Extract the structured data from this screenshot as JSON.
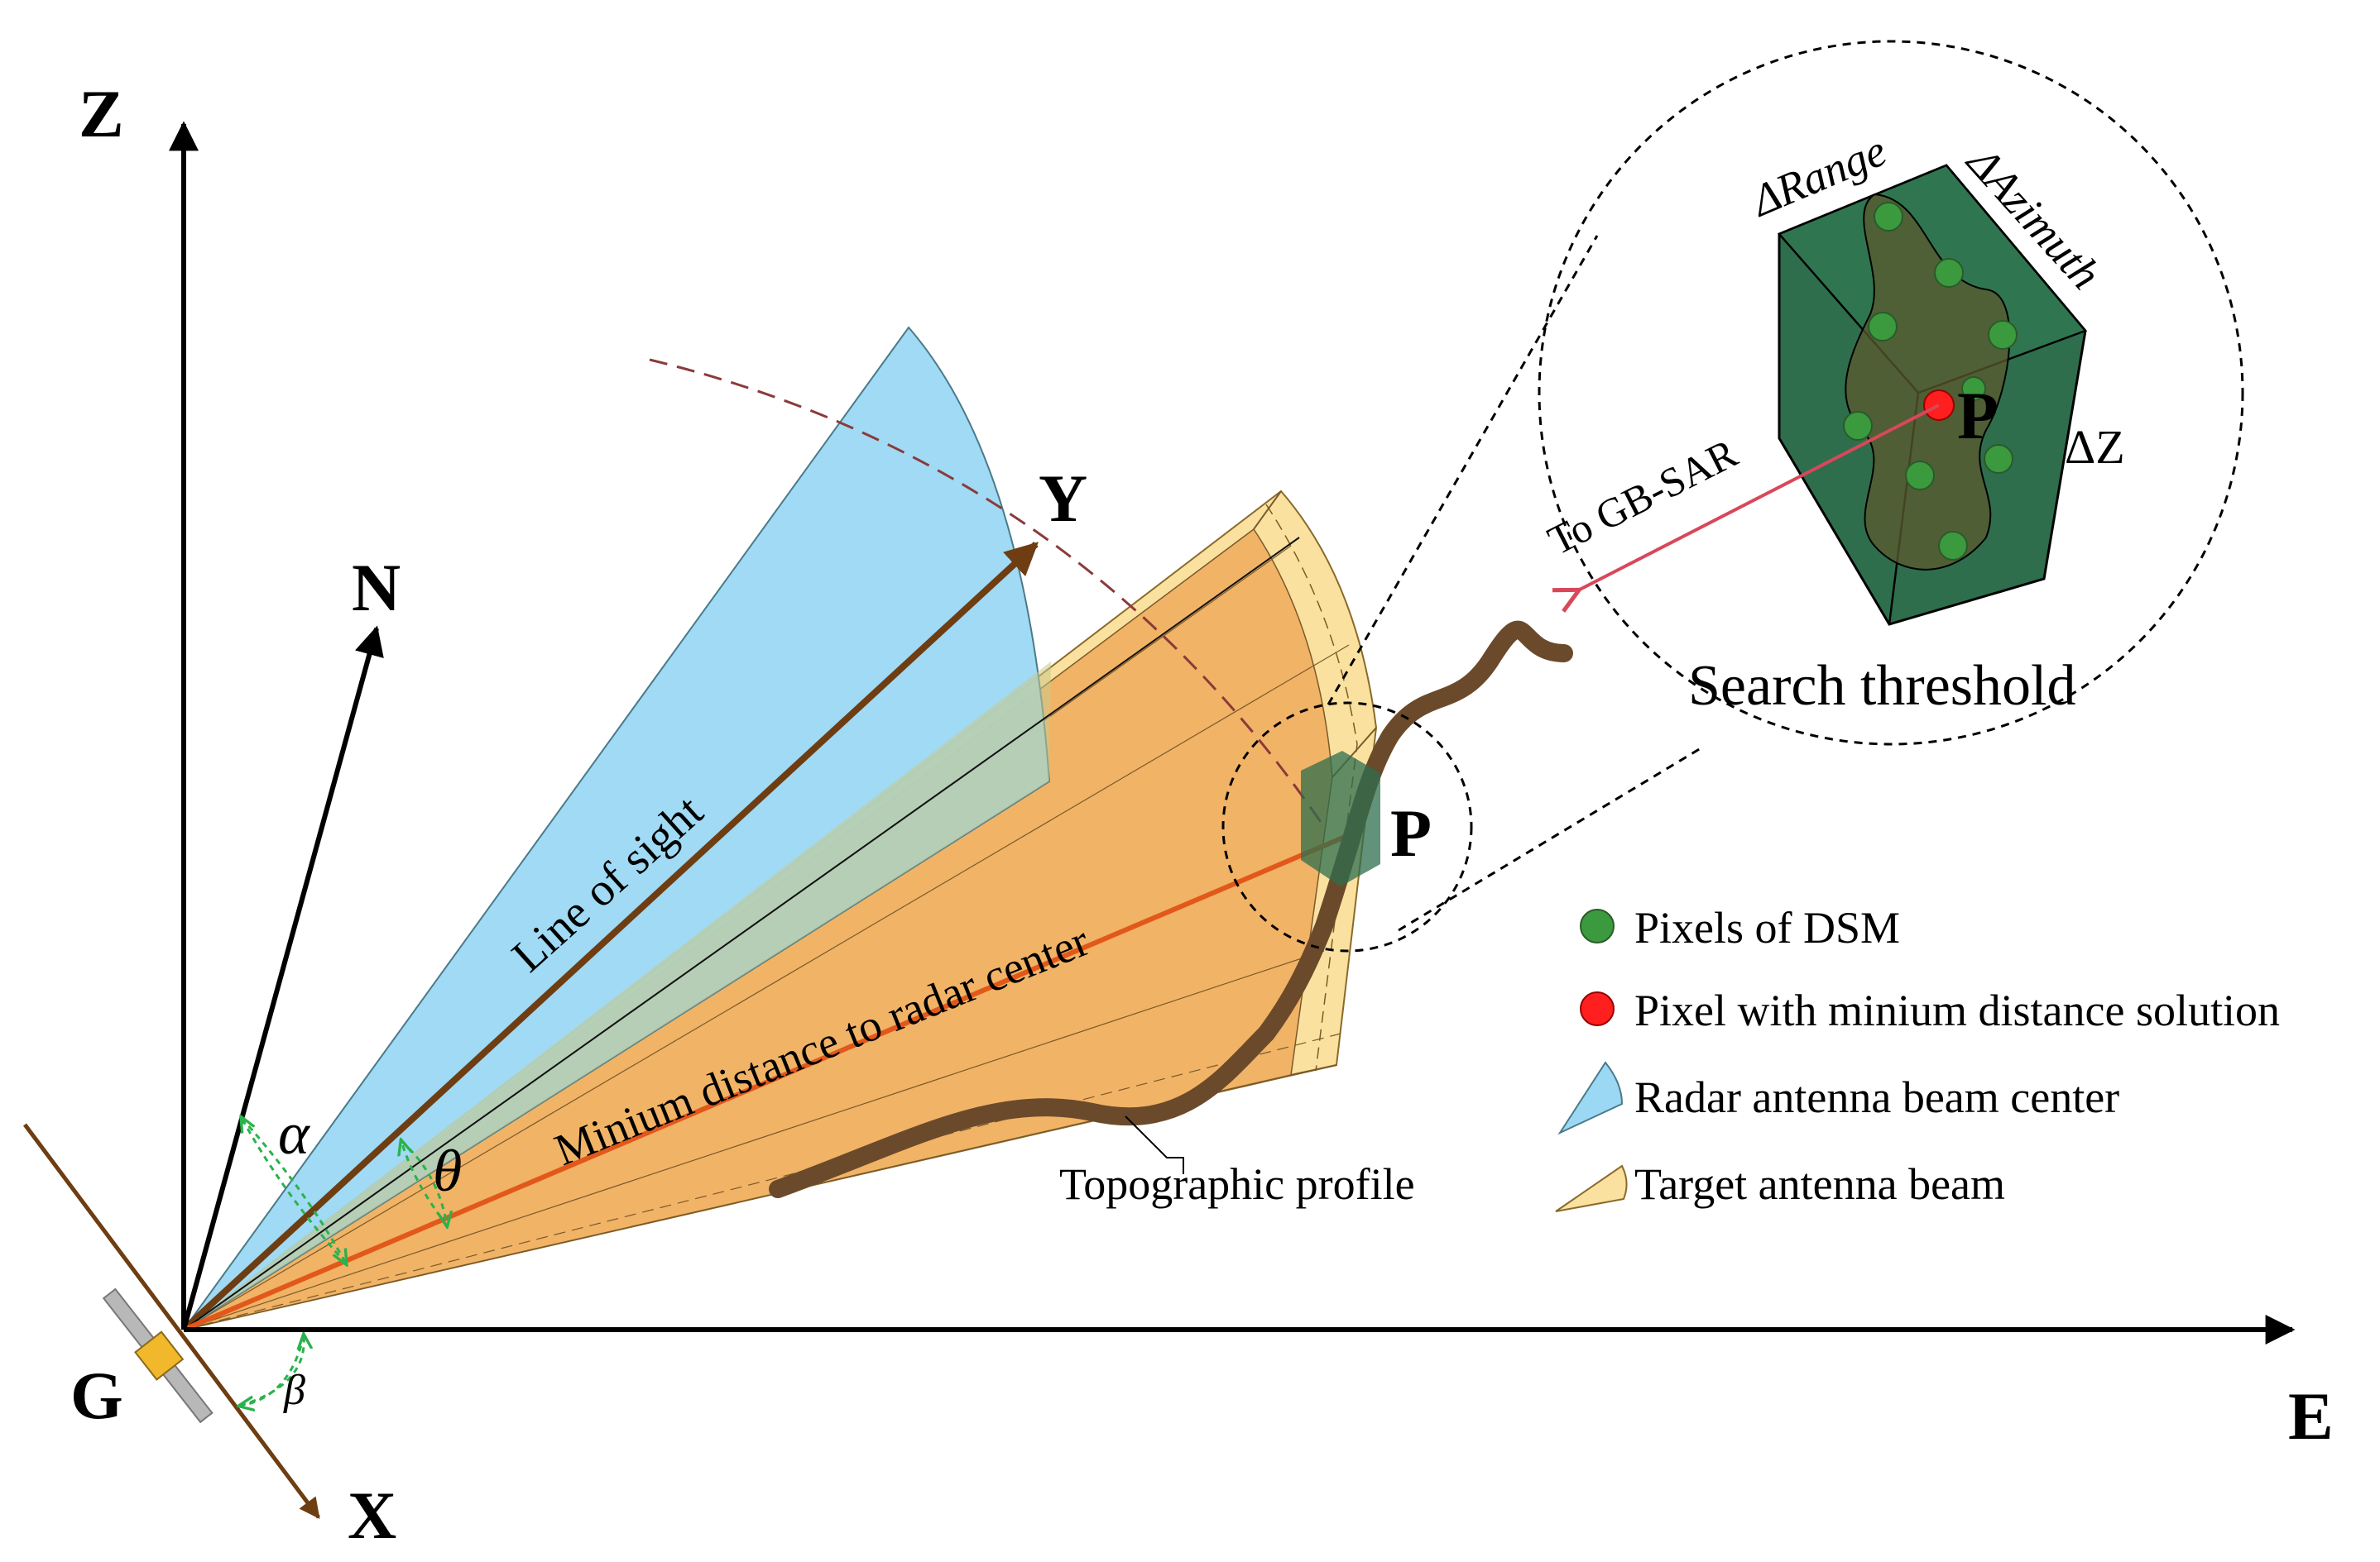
{
  "axes": {
    "z": "Z",
    "e": "E",
    "n": "N",
    "x": "X",
    "y": "Y",
    "g": "G"
  },
  "point_label": "P",
  "labels": {
    "line_of_sight": "Line of sight",
    "min_distance": "Minium distance to radar center",
    "topographic": "Topographic profile",
    "to_gbsar": "To GB-SAR",
    "search_threshold": "Search threshold",
    "delta_range": "ΔRange",
    "delta_azimuth": "ΔAzimuth",
    "delta_z": "ΔZ"
  },
  "angles": {
    "alpha": "α",
    "theta": "θ",
    "beta": "β"
  },
  "legend": [
    {
      "label": "Pixels of DSM",
      "icon": "green-dot-icon"
    },
    {
      "label": "Pixel with minium distance solution",
      "icon": "red-dot-icon"
    },
    {
      "label": "Radar antenna beam center",
      "icon": "blue-sector-icon"
    },
    {
      "label": "Target antenna beam",
      "icon": "yellow-sector-icon"
    }
  ],
  "colors": {
    "beam_center": "#9bd8f3",
    "target_beam": "#f1b366",
    "target_beam_light": "#fbe1a0",
    "dsm_block": "#2e6e4d",
    "dsm_pixel": "#3b9a3e",
    "solution_pixel": "#ff1f1f",
    "profile": "#6b4a2b",
    "los_arrow": "#6e3d12",
    "min_distance_line": "#e2581b",
    "to_gbsar_line": "#d9475a",
    "angle_marker": "#2bb24c"
  }
}
